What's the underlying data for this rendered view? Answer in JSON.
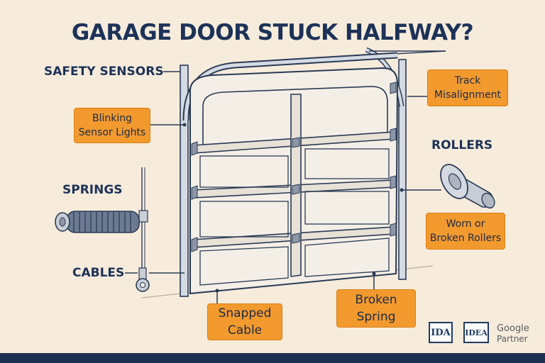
{
  "title": "GARAGE DOOR STUCK HALFWAY?",
  "labels": {
    "safety_sensors": "SAFETY SENSORS",
    "springs": "SPRINGS",
    "cables": "CABLES",
    "rollers": "ROLLERS"
  },
  "callouts": {
    "blinking_line1": "Blinking",
    "blinking_line2": "Sensor Lights",
    "track_line1": "Track",
    "track_line2": "Misalignment",
    "worn_line1": "Worn or",
    "worn_line2": "Broken Rollers",
    "snapped_line1": "Snapped",
    "snapped_line2": "Cable",
    "broken_line1": "Broken",
    "broken_line2": "Spring"
  },
  "logos": {
    "ida": "IDA",
    "idea": "IDEA",
    "google_line1": "Google",
    "google_line2": "Partner"
  },
  "colors": {
    "navy": "#1d3258",
    "orange": "#f29a2e",
    "background": "#f7ecdc",
    "footer": "#1d2f4e"
  }
}
